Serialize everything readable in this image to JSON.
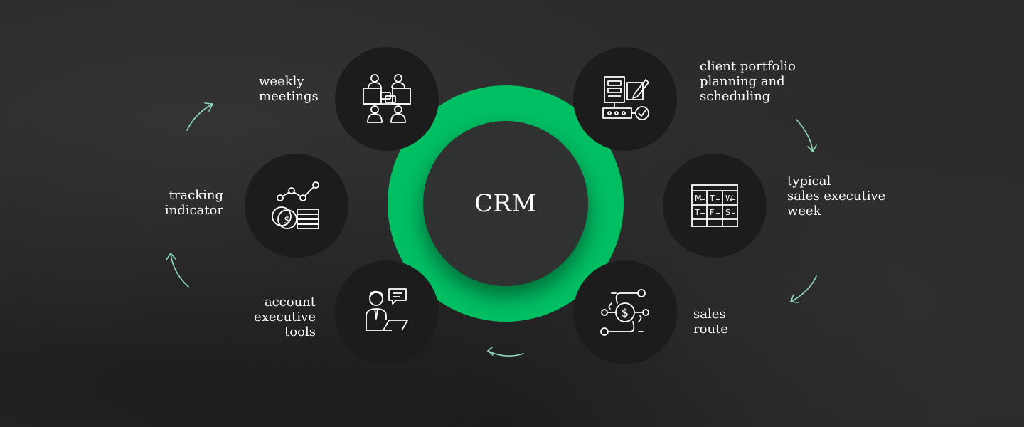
{
  "center": {
    "title": "CRM"
  },
  "colors": {
    "accent": "#00bf63",
    "core": "#303131",
    "node": "#1c1c1c",
    "arrow": "#8fd9b8"
  },
  "nodes": [
    {
      "id": "weekly-meetings",
      "label": "weekly\nmeetings",
      "icon": "meeting-icon"
    },
    {
      "id": "client-portfolio",
      "label": "client portfolio\nplanning and\nscheduling",
      "icon": "document-checklist-icon"
    },
    {
      "id": "sales-week",
      "label": "typical\nsales executive\nweek",
      "icon": "calendar-week-icon"
    },
    {
      "id": "sales-route",
      "label": "sales\nroute",
      "icon": "dollar-route-icon"
    },
    {
      "id": "account-tools",
      "label": "account\nexecutive\ntools",
      "icon": "executive-chat-icon"
    },
    {
      "id": "tracking-indicator",
      "label": "tracking\nindicator",
      "icon": "coins-chart-icon"
    }
  ],
  "calendar_letters": [
    "M",
    "T",
    "W",
    "T",
    "F",
    "S"
  ]
}
